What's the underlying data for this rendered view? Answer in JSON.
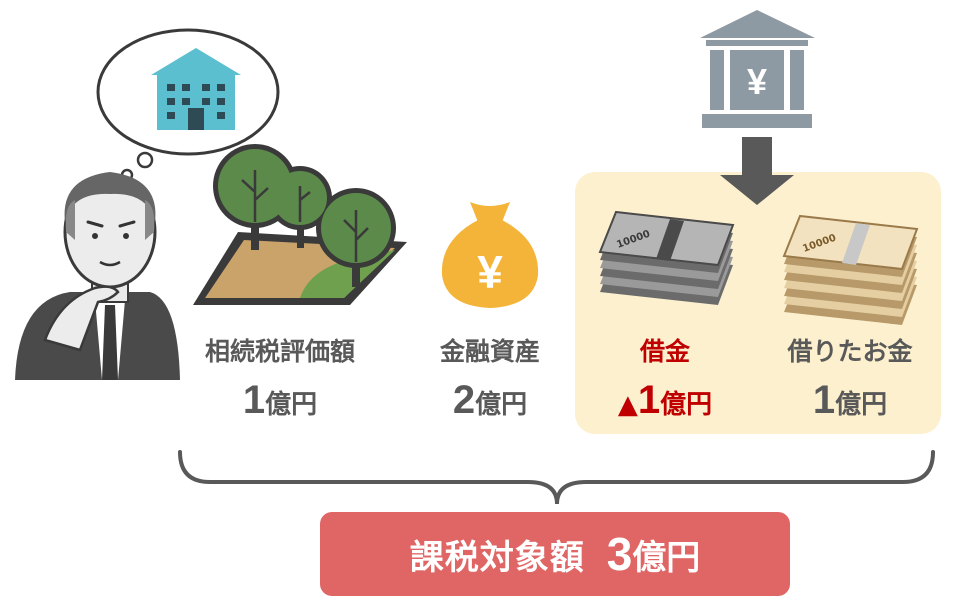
{
  "items": [
    {
      "label": "相続税評価額",
      "amount_number": "1",
      "amount_unit": "億円",
      "prefix": ""
    },
    {
      "label": "金融資産",
      "amount_number": "2",
      "amount_unit": "億円",
      "prefix": ""
    },
    {
      "label": "借金",
      "amount_number": "1",
      "amount_unit": "億円",
      "prefix": "▲"
    },
    {
      "label": "借りたお金",
      "amount_number": "1",
      "amount_unit": "億円",
      "prefix": ""
    }
  ],
  "result": {
    "label": "課税対象額",
    "amount_number": "3",
    "amount_unit": "億円"
  },
  "icons": {
    "bank_symbol": "¥",
    "moneybag_symbol": "¥",
    "banknote_denomination": "10000"
  },
  "colors": {
    "text": "#595959",
    "debt_text": "#c00000",
    "highlight_bg": "#fdf0cf",
    "result_bg": "#e06666",
    "tree": "#5b8a4a",
    "bank": "#8e9aa3",
    "moneybag": "#f4b43a",
    "building": "#5bbfcf"
  }
}
